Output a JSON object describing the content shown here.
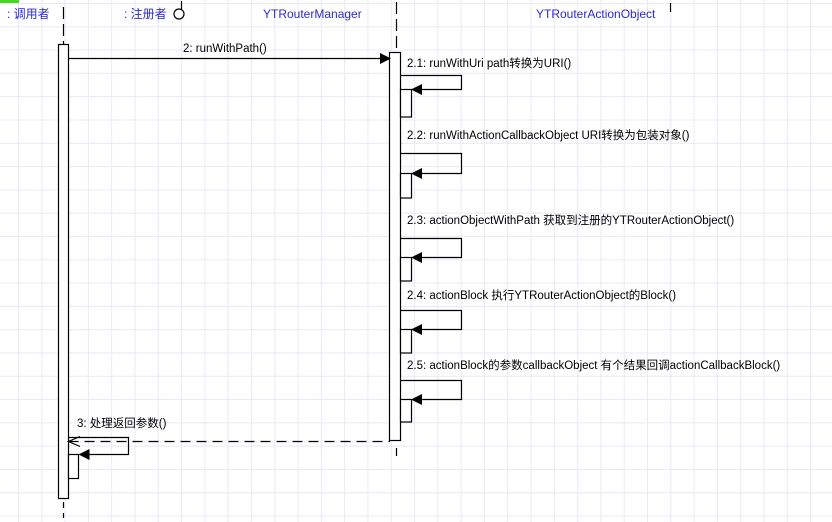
{
  "canvas": {
    "background_color": "#ffffff",
    "grid_color": "#e9e9f6",
    "line_color": "#000000",
    "header_text_color": "#2a2ad0",
    "selection_marker_color": "#44d91e"
  },
  "lifelines": {
    "caller": {
      "label": ": 调用者"
    },
    "registrant": {
      "label": ": 注册者"
    },
    "manager": {
      "label": "YTRouterManager"
    },
    "action_object": {
      "label": "YTRouterActionObject"
    }
  },
  "messages": {
    "run_with_path": {
      "label": "2: runWithPath()"
    },
    "self_calls": [
      {
        "label": "2.1: runWithUri path转换为URI()"
      },
      {
        "label": "2.2: runWithActionCallbackObject URI转换为包装对象()"
      },
      {
        "label": "2.3: actionObjectWithPath 获取到注册的YTRouterActionObject()"
      },
      {
        "label": "2.4: actionBlock 执行YTRouterActionObject的Block()"
      },
      {
        "label": "2.5: actionBlock的参数callbackObject 有个结果回调actionCallbackBlock()"
      }
    ],
    "return_message": {
      "label": "3: 处理返回参数()"
    }
  }
}
